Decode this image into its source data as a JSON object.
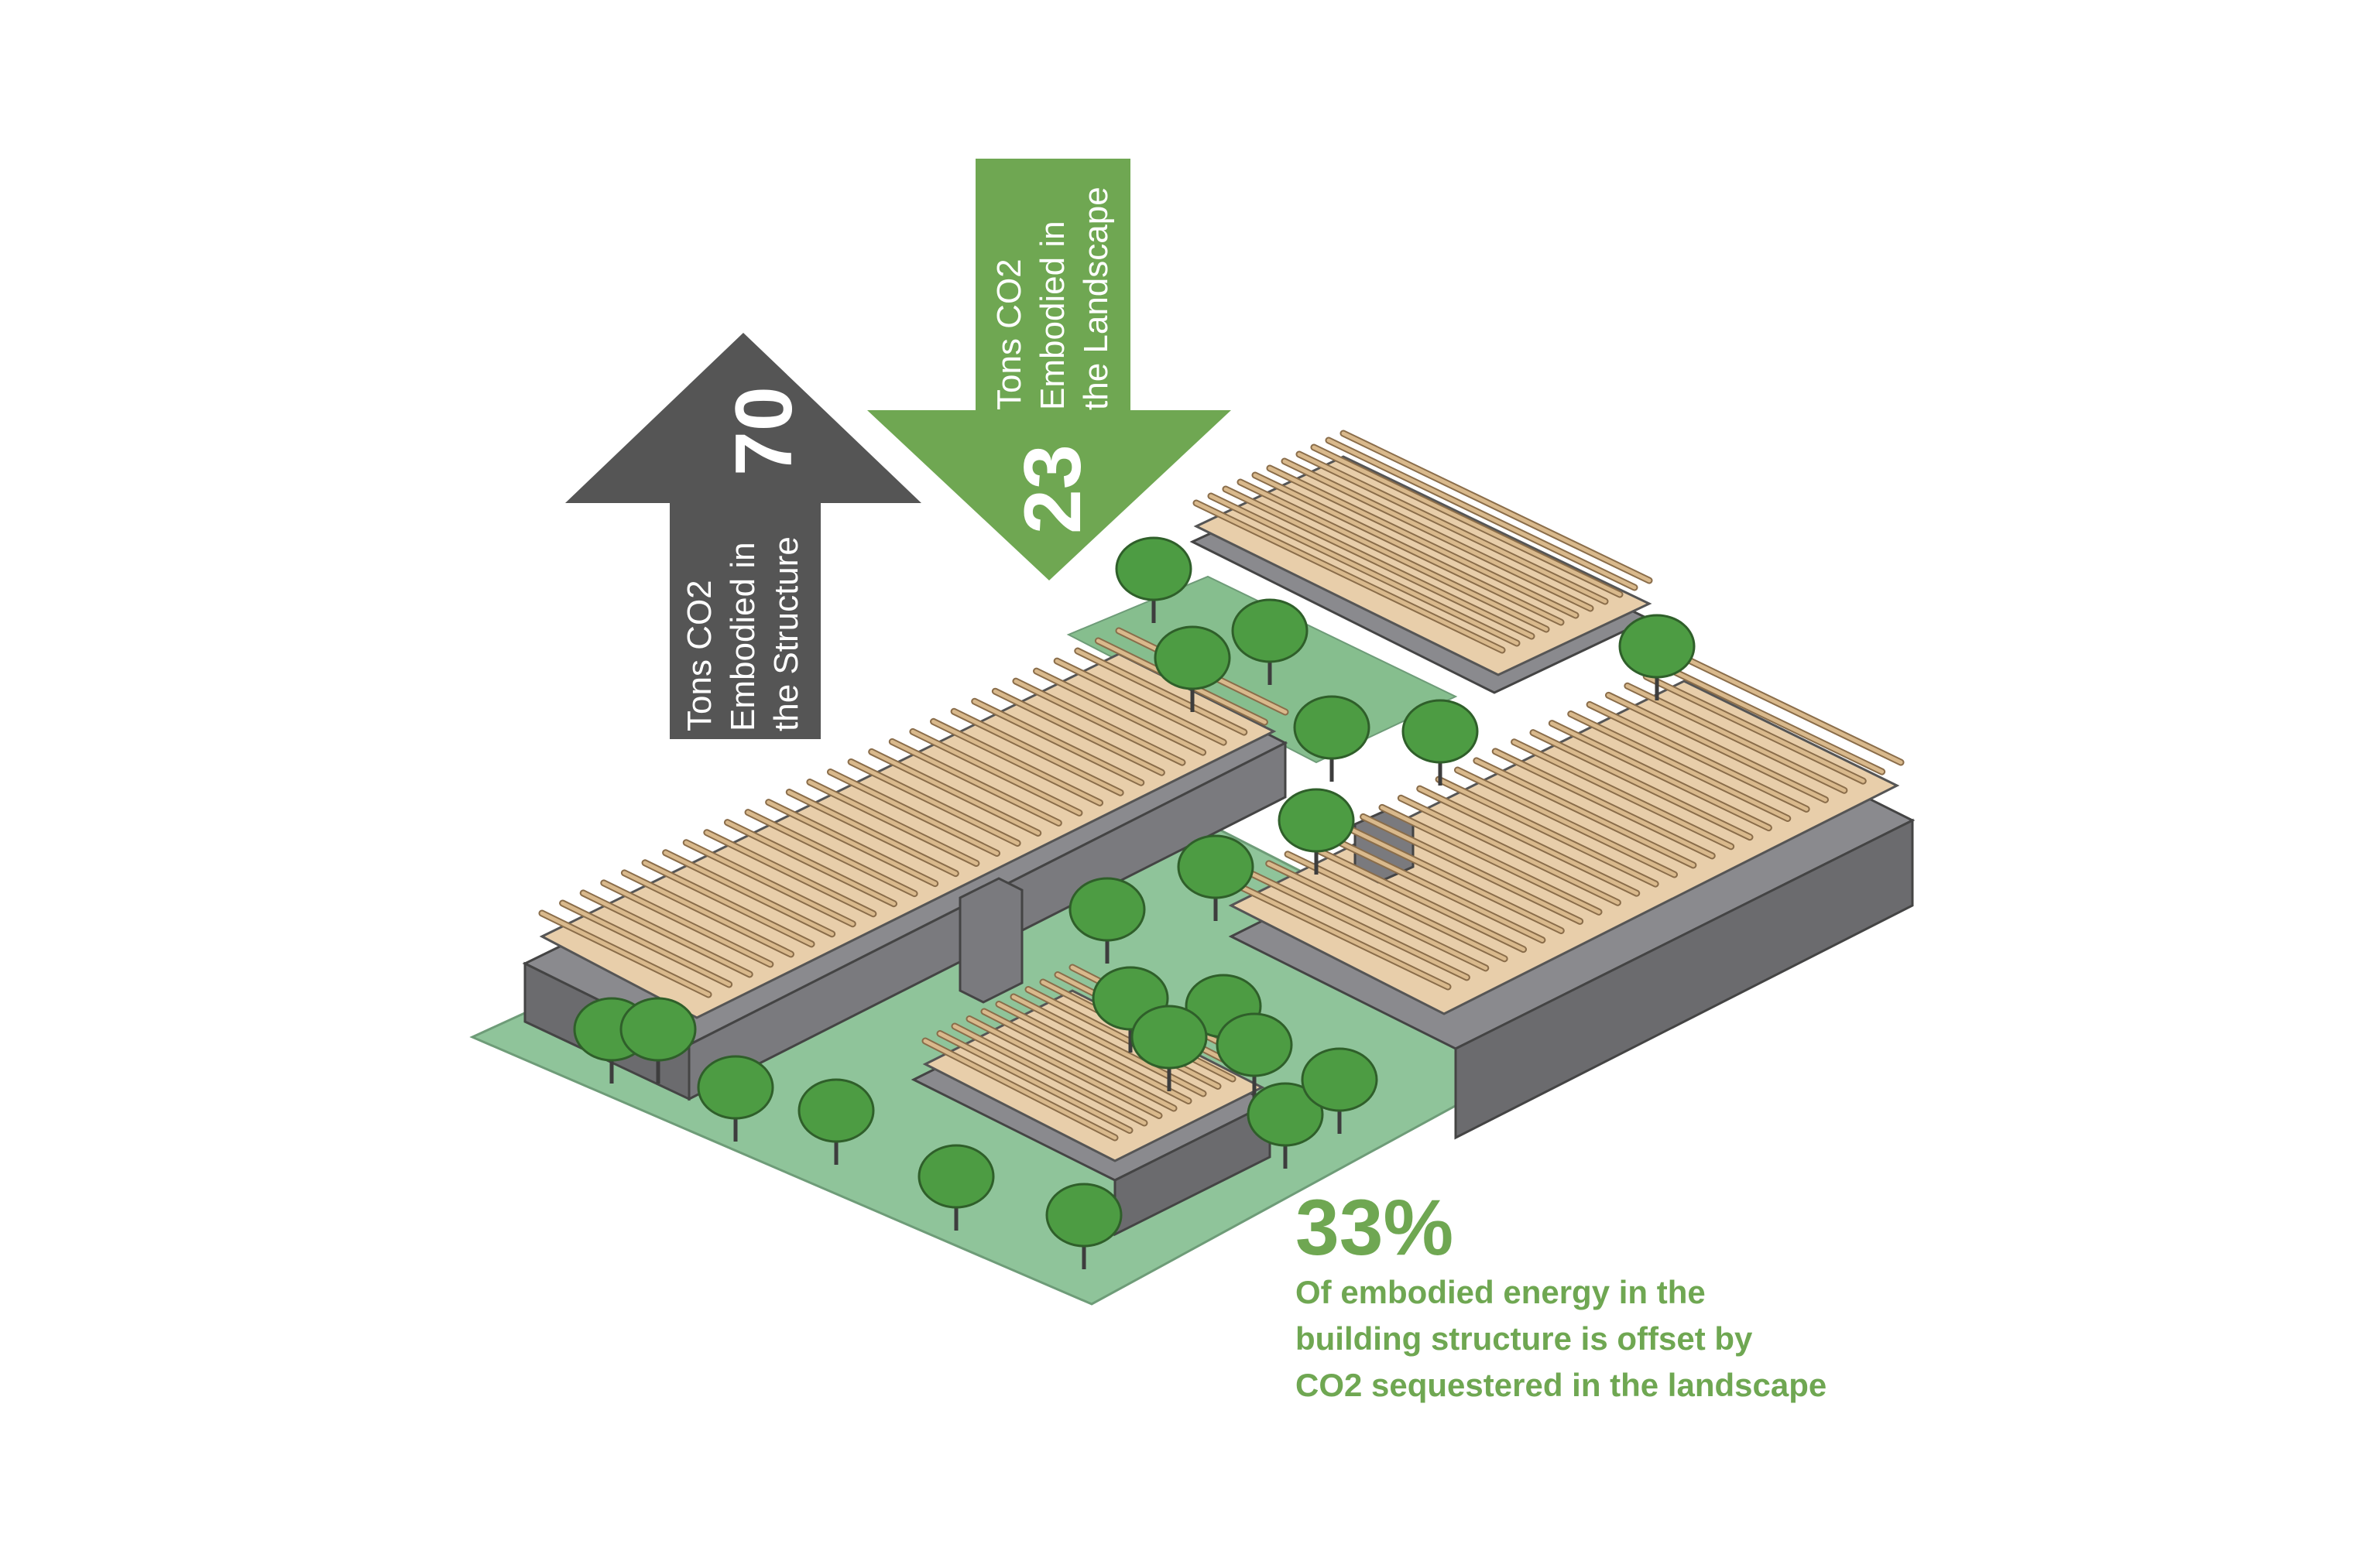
{
  "structure_arrow": {
    "value": "70",
    "lines": [
      "Tons CO2",
      "Embodied in",
      "the Structure"
    ],
    "direction": "up",
    "color": "#555555",
    "text_color": "#ffffff"
  },
  "landscape_arrow": {
    "value": "23",
    "lines": [
      "Tons CO2",
      "Embodied in",
      "the Landscape"
    ],
    "direction": "down",
    "color": "#6fa752",
    "text_color": "#ffffff"
  },
  "stat": {
    "percent": "33%",
    "lines": [
      "Of embodied energy in the",
      "building structure is offset by",
      "CO2 sequestered in the landscape"
    ],
    "color": "#6fa752"
  },
  "colors": {
    "ground": "#8fc49a",
    "courtyard": "#86be8e",
    "building_dark": "#6b6b6e",
    "building_mid": "#8c8c90",
    "deck": "#e8ceaa",
    "timber_beam": "#c8a57a",
    "tree": "#4d9c43"
  }
}
